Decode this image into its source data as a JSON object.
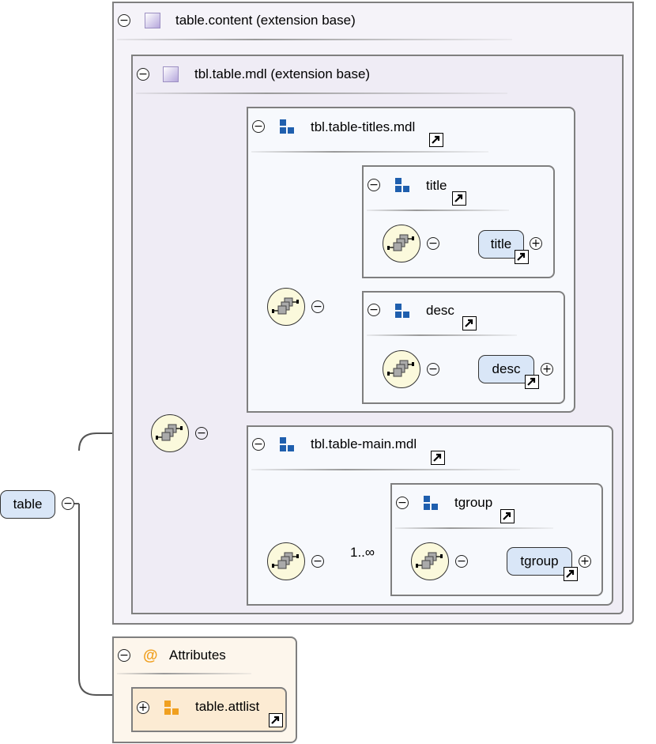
{
  "root": {
    "label": "table"
  },
  "extension_outer": {
    "label": "table.content (extension base)"
  },
  "extension_inner": {
    "label": "tbl.table.mdl (extension base)"
  },
  "groups": {
    "titles": {
      "label": "tbl.table-titles.mdl"
    },
    "title_group": {
      "label": "title",
      "element": "title"
    },
    "desc_group": {
      "label": "desc",
      "element": "desc"
    },
    "main": {
      "label": "tbl.table-main.mdl",
      "cardinality": "1..∞"
    },
    "tgroup_group": {
      "label": "tgroup",
      "element": "tgroup"
    }
  },
  "attributes": {
    "label": "Attributes",
    "at_symbol": "@",
    "attlist": "table.attlist"
  },
  "symbols": {
    "minus": "−",
    "plus": "+"
  },
  "colors": {
    "element_fill": "#d9e6f7",
    "sequence_fill": "#fbf9dc",
    "group_icon": "#1f5fae",
    "attr_icon": "#f0a020",
    "extension_fill": "#f5f3f9"
  }
}
